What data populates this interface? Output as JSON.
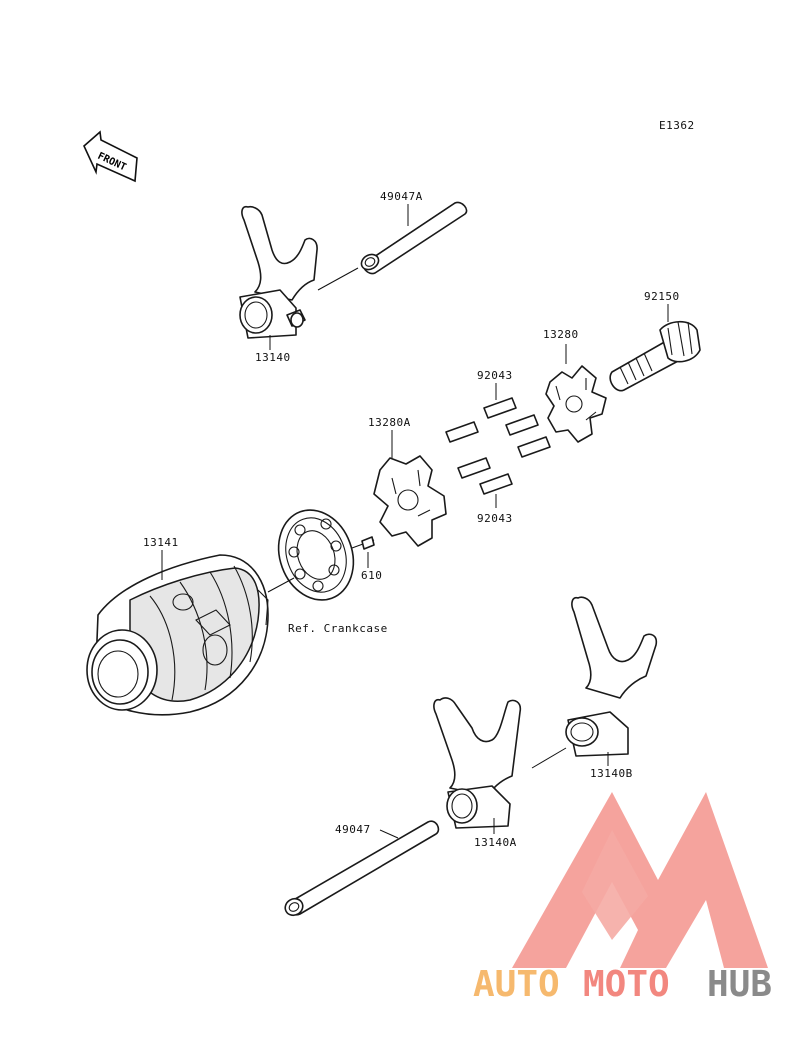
{
  "diagram": {
    "code": "E1362",
    "front_label": "FRONT",
    "reference_note": "Ref. Crankcase",
    "parts": [
      {
        "id": "upper-shaft",
        "number": "49047A"
      },
      {
        "id": "upper-fork",
        "number": "13140"
      },
      {
        "id": "bolt",
        "number": "92150"
      },
      {
        "id": "outer-star",
        "number": "13280"
      },
      {
        "id": "pins-upper",
        "number": "92043"
      },
      {
        "id": "inner-star",
        "number": "13280A"
      },
      {
        "id": "pins-lower",
        "number": "92043"
      },
      {
        "id": "drum",
        "number": "13141"
      },
      {
        "id": "dowel-pin",
        "number": "610"
      },
      {
        "id": "fork-b",
        "number": "13140B"
      },
      {
        "id": "lower-shaft",
        "number": "49047"
      },
      {
        "id": "fork-a",
        "number": "13140A"
      }
    ]
  },
  "watermark": {
    "text_part1": "AUTO",
    "text_part2": "MOTO",
    "text_part3": "HUB",
    "colors": {
      "orange": "#f6b96e",
      "red": "#f2877f",
      "grey": "#8a8a8a"
    }
  }
}
